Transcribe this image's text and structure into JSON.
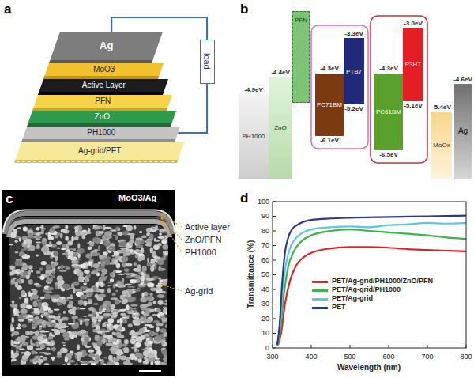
{
  "diagram": {
    "nodes": [
      {
        "text": [
          "Ag"
        ]
      },
      {
        "text": [
          "MoO3"
        ]
      },
      {
        "text": [
          "Active Layer"
        ]
      },
      {
        "text": [
          "PFN"
        ]
      },
      {
        "text": [
          "ZnO"
        ]
      },
      {
        "text": [
          "PH1000"
        ]
      },
      {
        "text": [
          "Ag-grid/PET"
        ]
      },
      {
        "text": [
          "load"
        ]
      },
      {
        "text": [
          "PH1000"
        ]
      },
      {
        "text": [
          "ZnO"
        ]
      },
      {
        "text": [
          "PFN"
        ]
      },
      {
        "text": [
          "PC71BM"
        ]
      },
      {
        "text": [
          "PTB7"
        ]
      },
      {
        "text": [
          "PC61BM"
        ]
      },
      {
        "text": [
          "P3HT"
        ]
      },
      {
        "text": [
          "MoOx"
        ]
      },
      {
        "text": [
          "Ag"
        ]
      }
    ],
    "edges": [
      {
        "from": 0,
        "to": 7,
        "arrow": "none"
      },
      {
        "from": 7,
        "to": 5,
        "arrow": "none"
      }
    ],
    "labels": [
      "a",
      "b",
      "c",
      "d",
      "-4.9eV",
      "-4.4eV",
      "-4.3eV",
      "-6.1eV",
      "-3.3eV",
      "-5.2eV",
      "-4.3eV",
      "-6.5eV",
      "-3.0eV",
      "-5.1eV",
      "-5.4eV",
      "-4.6eV",
      "MoO3/Ag",
      "Active layer",
      "ZnO/PFN",
      "PH1000",
      "Ag-grid",
      "0",
      "10",
      "20",
      "30",
      "40",
      "50",
      "60",
      "70",
      "80",
      "90",
      "100",
      "300",
      "400",
      "500",
      "600",
      "700",
      "800",
      "Transmittance (%)",
      "Wavelength (nm)"
    ],
    "legend": [
      {
        "text": "PET/Ag-grid/PH1000/ZnO/PFN",
        "color": "#e5202a"
      },
      {
        "text": "PET/Ag-grid/PH1000",
        "color": "#3ab54a"
      },
      {
        "text": "PET/Ag-grid",
        "color": "#5ec6e4"
      },
      {
        "text": "PET",
        "color": "#2b3990"
      }
    ]
  }
}
